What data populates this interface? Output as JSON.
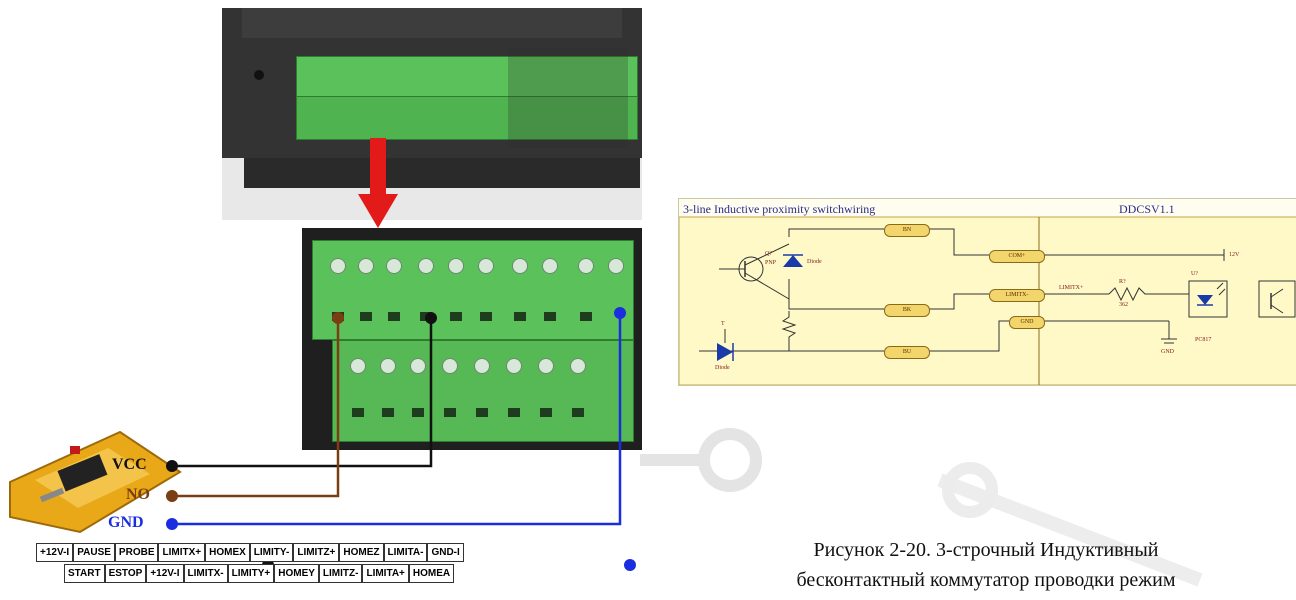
{
  "caption": {
    "line1": "Рисунок 2-20. 3-строчный Индуктивный",
    "line2": "бесконтактный коммутатор проводки режим"
  },
  "wires": {
    "vcc": "VCC",
    "no": "NO",
    "gnd": "GND"
  },
  "wire_colors": {
    "vcc": "#111111",
    "no": "#7a3e12",
    "gnd": "#1a2ee0",
    "arrow": "#e21a1a"
  },
  "pins": {
    "row1": [
      "+12V-I",
      "PAUSE",
      "PROBE",
      "LIMITX+",
      "HOMEX",
      "LIMITY-",
      "LIMITZ+",
      "HOMEZ",
      "LIMITA-",
      "GND-I"
    ],
    "row2": [
      "START",
      "ESTOP",
      "+12V-I",
      "LIMITX-",
      "LIMITY+",
      "HOMEY",
      "LIMITZ-",
      "LIMITA+",
      "HOMEA"
    ]
  },
  "schematic": {
    "title_left": "3-line Inductive proximity switchwiring",
    "title_right": "DDCSV1.1",
    "nets": {
      "bn": "BN",
      "bk": "BK",
      "bu": "BU",
      "com": "COM+",
      "limitx": "LIMITX-",
      "gnd": "GND"
    },
    "parts": {
      "q": "Q?",
      "pnp": "PNP",
      "diode_top": "Diode",
      "diode_bottom": "Diode",
      "limitx_sig": "LIMITX+",
      "r": "R?",
      "r_val": "362",
      "u": "U?",
      "pc": "PC817",
      "v12": "12V",
      "gnd_sym": "GND",
      "t": "T"
    }
  }
}
